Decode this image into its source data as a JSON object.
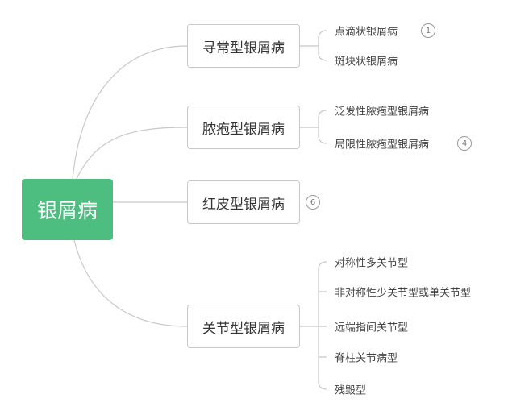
{
  "root": {
    "label": "银屑病",
    "color": "#4dbd80"
  },
  "branches": [
    {
      "label": "寻常型银屑病",
      "children": [
        {
          "label": "点滴状银屑病",
          "badge": "1"
        },
        {
          "label": "斑块状银屑病"
        }
      ]
    },
    {
      "label": "脓疱型银屑病",
      "children": [
        {
          "label": "泛发性脓疱型银屑病"
        },
        {
          "label": "局限性脓疱型银屑病",
          "badge": "4"
        }
      ]
    },
    {
      "label": "红皮型银屑病",
      "badge": "6",
      "children": []
    },
    {
      "label": "关节型银屑病",
      "children": [
        {
          "label": "对称性多关节型"
        },
        {
          "label": "非对称性少关节型或单关节型"
        },
        {
          "label": "远端指间关节型"
        },
        {
          "label": "脊柱关节病型"
        },
        {
          "label": "残毁型"
        }
      ]
    }
  ]
}
